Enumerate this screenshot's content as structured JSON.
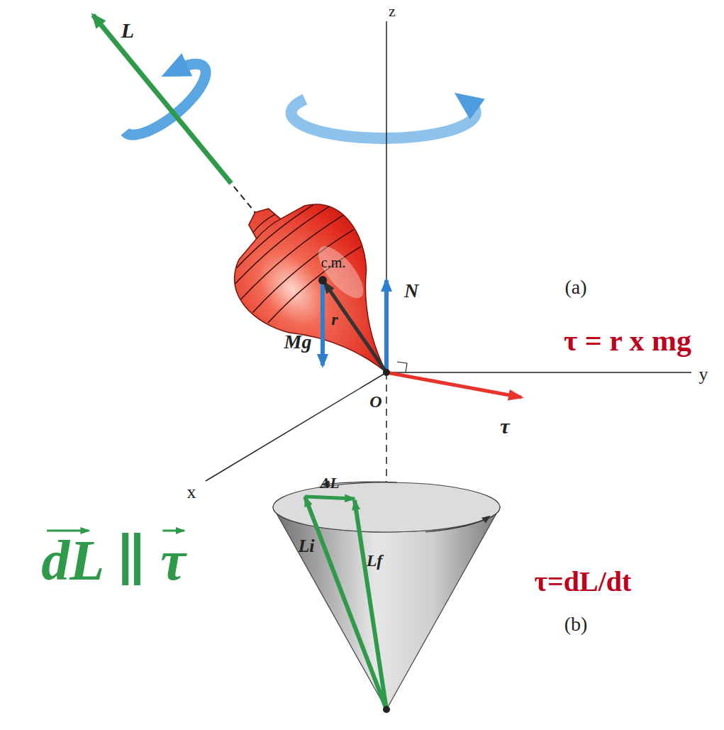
{
  "diagram": {
    "labels": [
      "z",
      "L",
      "c.m.",
      "N",
      "(a)",
      "τ = r x mg",
      "r",
      "Mg",
      "O",
      "y",
      "τ",
      "x",
      "ΔL",
      "dL ∥ τ",
      "Li",
      "Lf",
      "τ=dL/dt",
      "(b)"
    ]
  }
}
